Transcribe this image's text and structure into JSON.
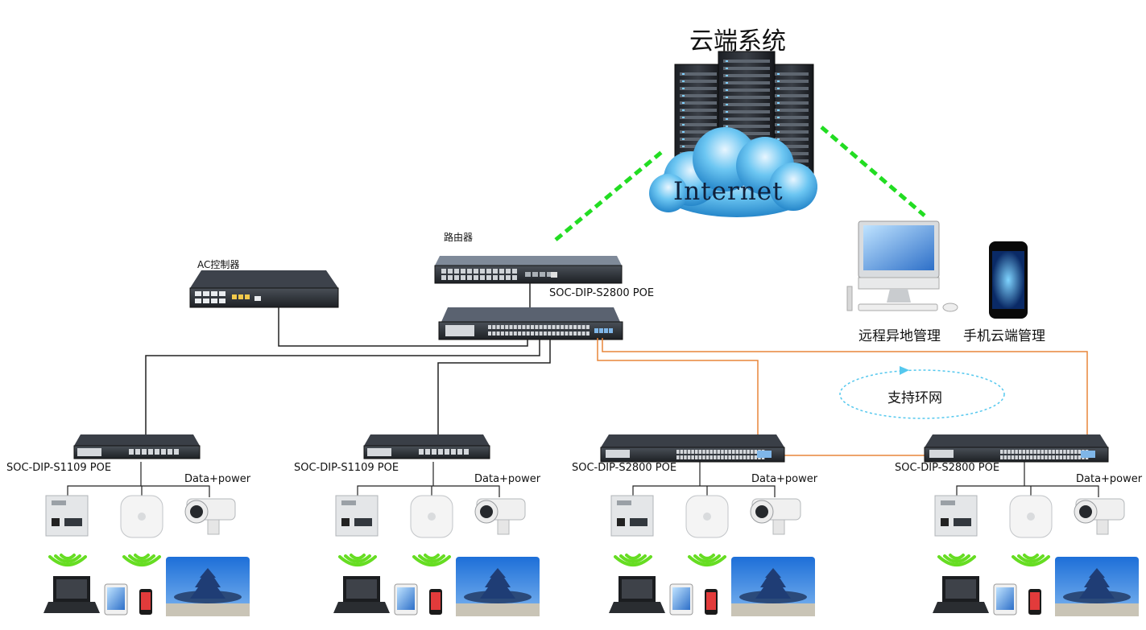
{
  "cloud": {
    "title": "云端系统",
    "internet_label": "Internet"
  },
  "core": {
    "router_label": "路由器",
    "ac_label": "AC控制器",
    "core_switch_label": "SOC-DIP-S2800 POE"
  },
  "remote": {
    "remote_label": "远程异地管理",
    "mobile_label": "手机云端管理"
  },
  "ring": {
    "label": "支持环网"
  },
  "access": [
    {
      "switch_label": "SOC-DIP-S1109 POE",
      "poe_label": "Data+power"
    },
    {
      "switch_label": "SOC-DIP-S1109 POE",
      "poe_label": "Data+power"
    },
    {
      "switch_label": "SOC-DIP-S2800 POE",
      "poe_label": "Data+power"
    },
    {
      "switch_label": "SOC-DIP-S2800 POE",
      "poe_label": "Data+power"
    }
  ],
  "colors": {
    "internet_link": "#22dd22",
    "ring_link": "#e8863a",
    "ring_ellipse": "#55c8ee",
    "wifi": "#66dd22",
    "cable": "#222222"
  }
}
